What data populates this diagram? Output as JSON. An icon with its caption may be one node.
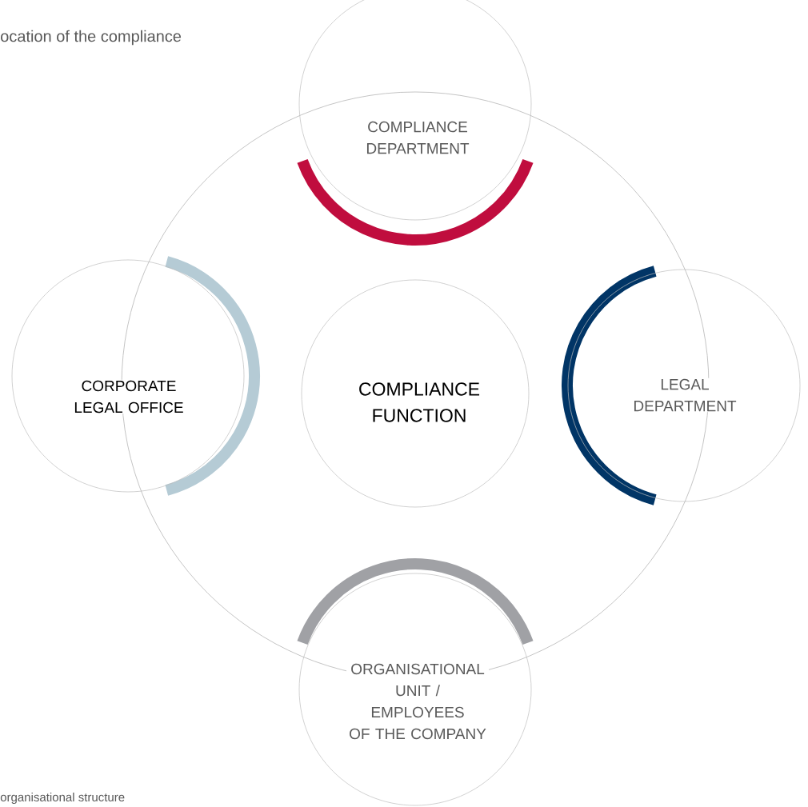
{
  "diagram": {
    "nodes": [
      {
        "text": [
          "COMPLIANCE DEPARTMENT"
        ]
      },
      {
        "text": [
          "CORPORATE LEGAL OFFICE"
        ]
      },
      {
        "text": [
          "COMPLIANCE FUNCTION"
        ]
      },
      {
        "text": [
          "LEGAL DEPARTMENT"
        ]
      },
      {
        "text": [
          "ORGANISATIONAL UNIT / EMPLOYEES OF THE COMPANY"
        ]
      }
    ],
    "labels": [
      "ocation of the compliance",
      "organisational structure"
    ]
  }
}
